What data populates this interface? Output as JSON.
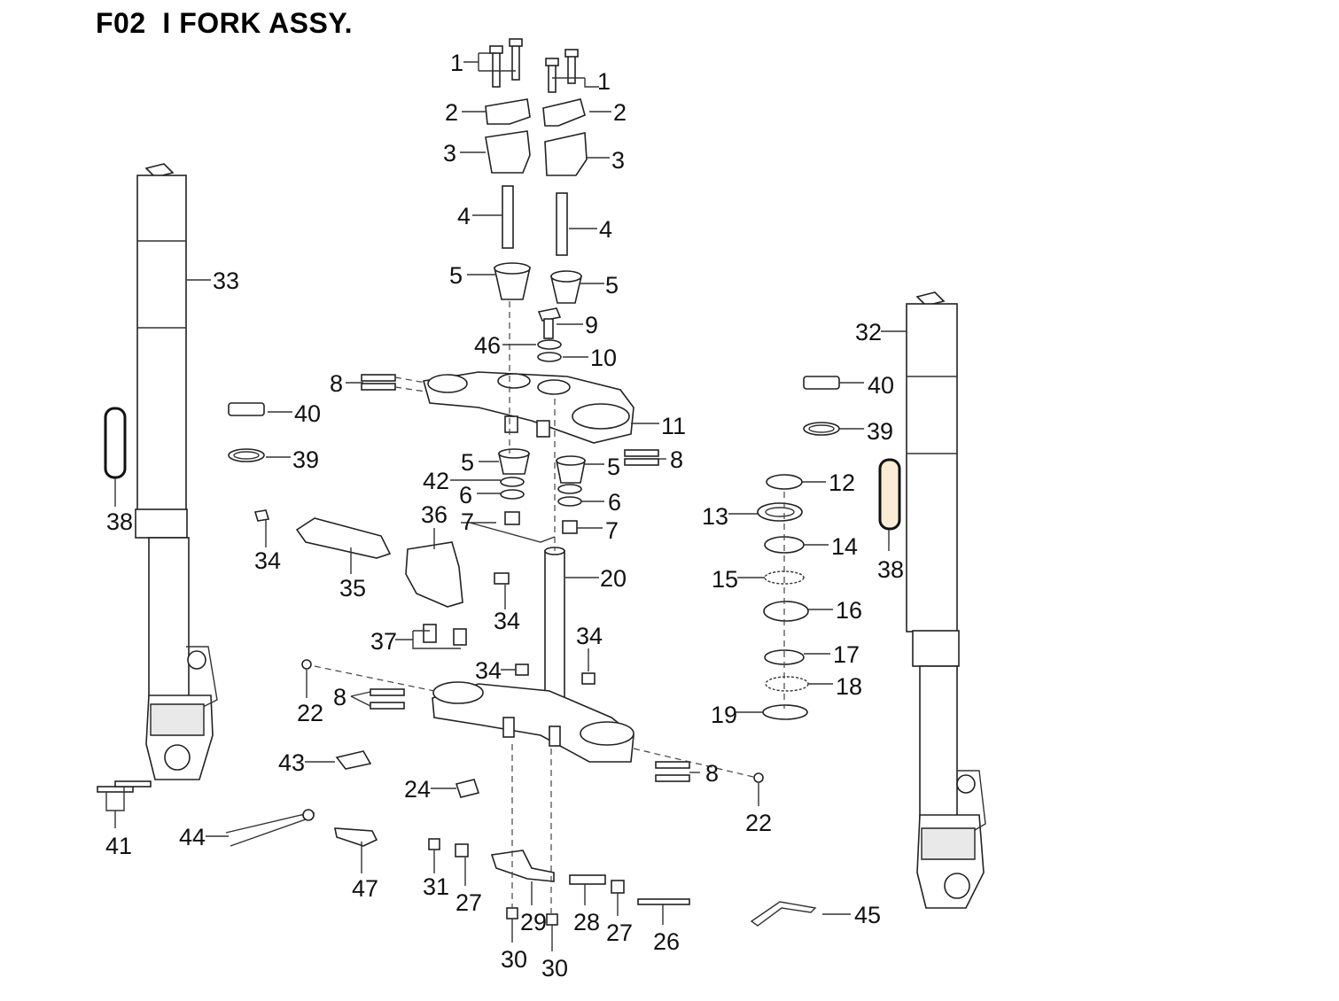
{
  "title": "F02  I FORK ASSY.",
  "callouts": [
    "1",
    "1",
    "2",
    "2",
    "3",
    "3",
    "4",
    "4",
    "5",
    "5",
    "9",
    "46",
    "10",
    "8",
    "11",
    "8",
    "5",
    "5",
    "42",
    "6",
    "6",
    "7",
    "7",
    "33",
    "40",
    "39",
    "38",
    "36",
    "34",
    "35",
    "34",
    "37",
    "20",
    "34",
    "34",
    "22",
    "8",
    "43",
    "24",
    "8",
    "22",
    "41",
    "44",
    "47",
    "31",
    "27",
    "29",
    "28",
    "27",
    "26",
    "30",
    "30",
    "45",
    "32",
    "40",
    "39",
    "12",
    "13",
    "14",
    "15",
    "16",
    "17",
    "18",
    "19",
    "38"
  ]
}
